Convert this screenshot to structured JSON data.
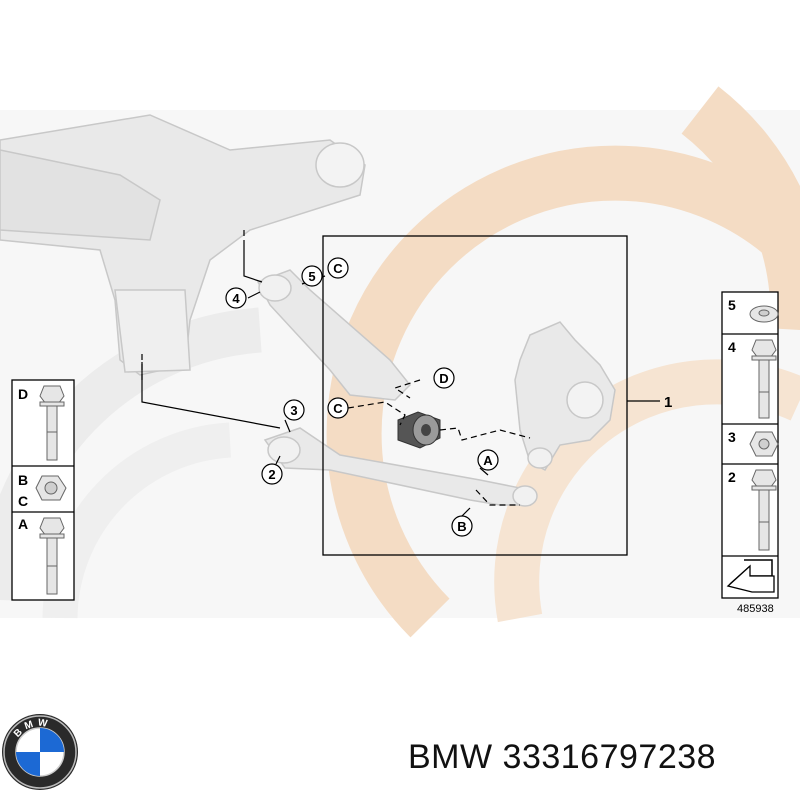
{
  "diagram": {
    "callouts": {
      "c1": "1",
      "c2": "2",
      "c3": "3",
      "c4": "4",
      "c5": "5",
      "cA": "A",
      "cB": "B",
      "cC": "C",
      "cD": "D",
      "c5C": "C"
    },
    "right_panel": {
      "item5": "5",
      "item4": "4",
      "item3": "3",
      "item2": "2"
    },
    "left_panel": {
      "itemD": "D",
      "itemB": "B",
      "itemC": "C",
      "itemA": "A"
    },
    "reference_number": "485938"
  },
  "footer": {
    "brand": "BMW",
    "part_number": "33316797238",
    "logo_letters": "BMW"
  },
  "colors": {
    "watermark": "#f4dcc4",
    "watermark_grey": "#efefef",
    "line": "#000000",
    "part_fill": "#e9e9e9",
    "bmw_blue": "#1c69d4"
  }
}
